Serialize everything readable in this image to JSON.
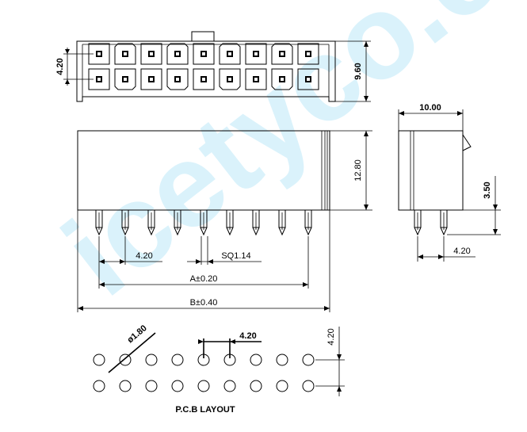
{
  "watermark": "icetyco.com",
  "dimensions": {
    "pitch_top": "4.20",
    "height_top": "9.60",
    "width_side": "10.00",
    "height_front": "12.80",
    "pin_side": "3.50",
    "pitch_side": "4.20",
    "pitch_front": "4.20",
    "pin_square": "SQ1.14",
    "a_dim": "A±0.20",
    "b_dim": "B±0.40",
    "hole_dia": "ø1.80",
    "pcb_pitch_h": "4.20",
    "pcb_pitch_v": "4.20"
  },
  "labels": {
    "pcb_layout": "P.C.B  LAYOUT"
  },
  "layout_info": {
    "pin_columns": 9,
    "pin_rows": 2
  }
}
